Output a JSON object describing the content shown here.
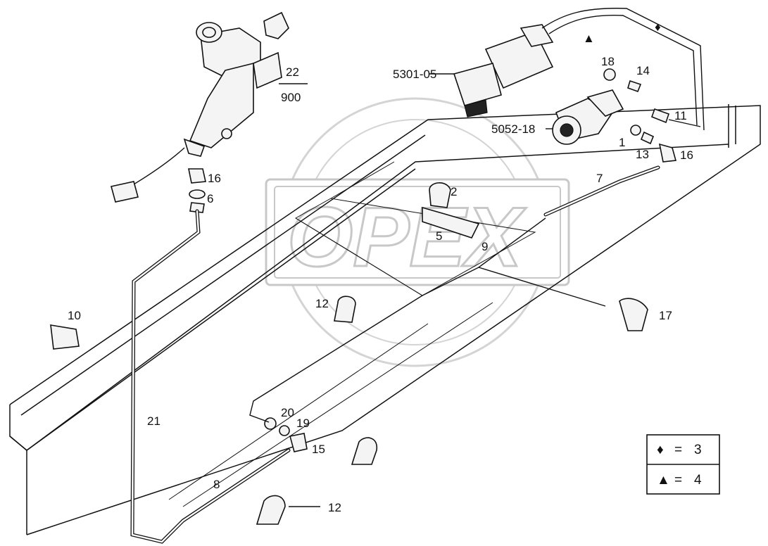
{
  "labels": {
    "p22": "22",
    "p900": "900",
    "p5301": "5301-05",
    "p5052": "5052-18",
    "p18": "18",
    "p14": "14",
    "p11": "11",
    "p1": "1",
    "p13": "13",
    "p16a": "16",
    "p16b": "16",
    "p6": "6",
    "p7": "7",
    "p2": "2",
    "p5": "5",
    "p9": "9",
    "p10": "10",
    "p12a": "12",
    "p12b": "12",
    "p17": "17",
    "p21": "21",
    "p20": "20",
    "p19": "19",
    "p15": "15",
    "p8": "8"
  },
  "legend": {
    "diamond": {
      "symbol": "♦",
      "eq": "=",
      "value": "3"
    },
    "triangle": {
      "symbol": "▲",
      "eq": "=",
      "value": "4"
    }
  },
  "markers": {
    "diamond": "♦",
    "triangle": "▲"
  },
  "watermark": "OPEX"
}
